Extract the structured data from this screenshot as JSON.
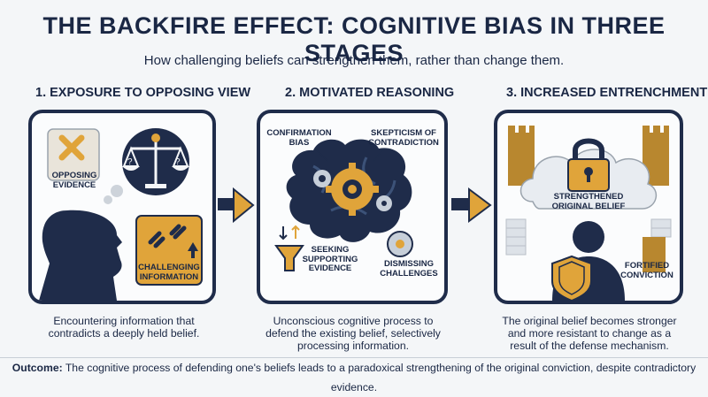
{
  "header": {
    "title": "THE BACKFIRE EFFECT: COGNITIVE BIAS IN THREE STAGES",
    "subtitle": "How challenging beliefs can strengthen them, rather than change them."
  },
  "stages": [
    {
      "heading": "1. EXPOSURE TO OPPOSING VIEW",
      "labels": {
        "opposing": "OPPOSING\nEVIDENCE",
        "challenging": "CHALLENGING\nINFORMATION"
      },
      "description": "Encountering information that contradicts a deeply held belief."
    },
    {
      "heading": "2. MOTIVATED REASONING",
      "labels": {
        "confirmation": "CONFIRMATION\nBIAS",
        "skepticism": "SKEPTICISM OF\nCONTRADICTION",
        "seeking": "SEEKING\nSUPPORTING\nEVIDENCE",
        "dismissing": "DISMISSING\nCHALLENGES"
      },
      "description": "Unconscious cognitive process to defend the existing belief, selectively processing information."
    },
    {
      "heading": "3. INCREASED ENTRENCHMENT",
      "labels": {
        "strengthened": "STRENGTHENED\nORIGINAL BELIEF",
        "fortified": "FORTIFIED\nCONVICTION"
      },
      "description": "The original belief becomes stronger and more resistant to change as a result of the defense mechanism."
    }
  ],
  "outcome": {
    "label": "Outcome:",
    "text": "The cognitive process of defending one's beliefs leads to a paradoxical strengthening of the original conviction, despite contradictory evidence."
  },
  "colors": {
    "navy": "#1f2c4a",
    "gold": "#e0a43a",
    "background": "#f4f6f8"
  }
}
